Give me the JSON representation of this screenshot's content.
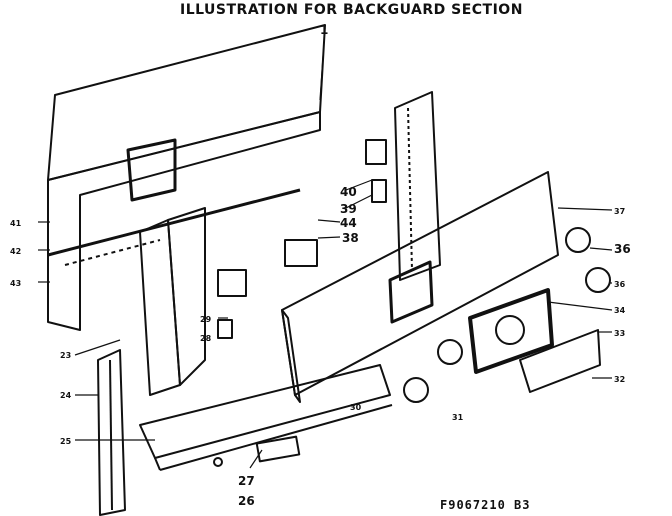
{
  "title": "ILLUSTRATION FOR BACKGUARD SECTION",
  "diagram_code": "F9067210 B3",
  "part_labels": [
    "1",
    "40",
    "39",
    "44",
    "38",
    "37",
    "36",
    "36",
    "34",
    "33",
    "32",
    "31",
    "30",
    "29",
    "28",
    "27",
    "26",
    "25",
    "24",
    "23",
    "41",
    "42",
    "43"
  ]
}
